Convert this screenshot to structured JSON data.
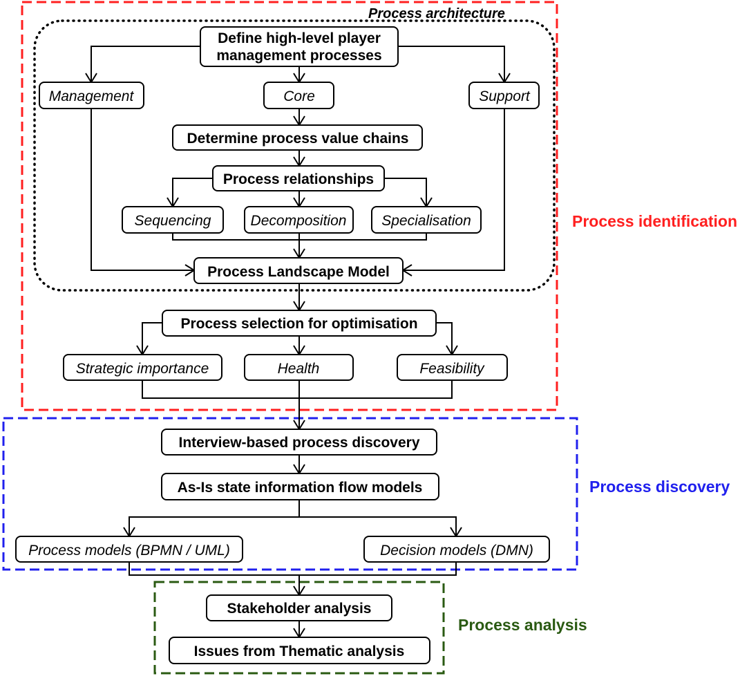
{
  "colors": {
    "identification": "#ff1f1f",
    "discovery": "#2020ee",
    "analysis": "#2a5a12",
    "architecture_border": "#000000"
  },
  "phases": {
    "architecture": "Process architecture",
    "identification": "Process identification",
    "discovery": "Process discovery",
    "analysis": "Process analysis"
  },
  "nodes": {
    "define_line1": "Define high-level player",
    "define_line2": "management processes",
    "management": "Management",
    "core": "Core",
    "support": "Support",
    "value_chains": "Determine process value chains",
    "relationships": "Process relationships",
    "sequencing": "Sequencing",
    "decomposition": "Decomposition",
    "specialisation": "Specialisation",
    "landscape": "Process Landscape Model",
    "selection": "Process selection for optimisation",
    "strategic": "Strategic importance",
    "health": "Health",
    "feasibility": "Feasibility",
    "interview": "Interview-based process discovery",
    "asis": "As-Is state information flow  models",
    "process_models": "Process models (BPMN / UML)",
    "decision_models": "Decision models (DMN)",
    "stakeholder": "Stakeholder analysis",
    "issues": "Issues from Thematic analysis"
  }
}
